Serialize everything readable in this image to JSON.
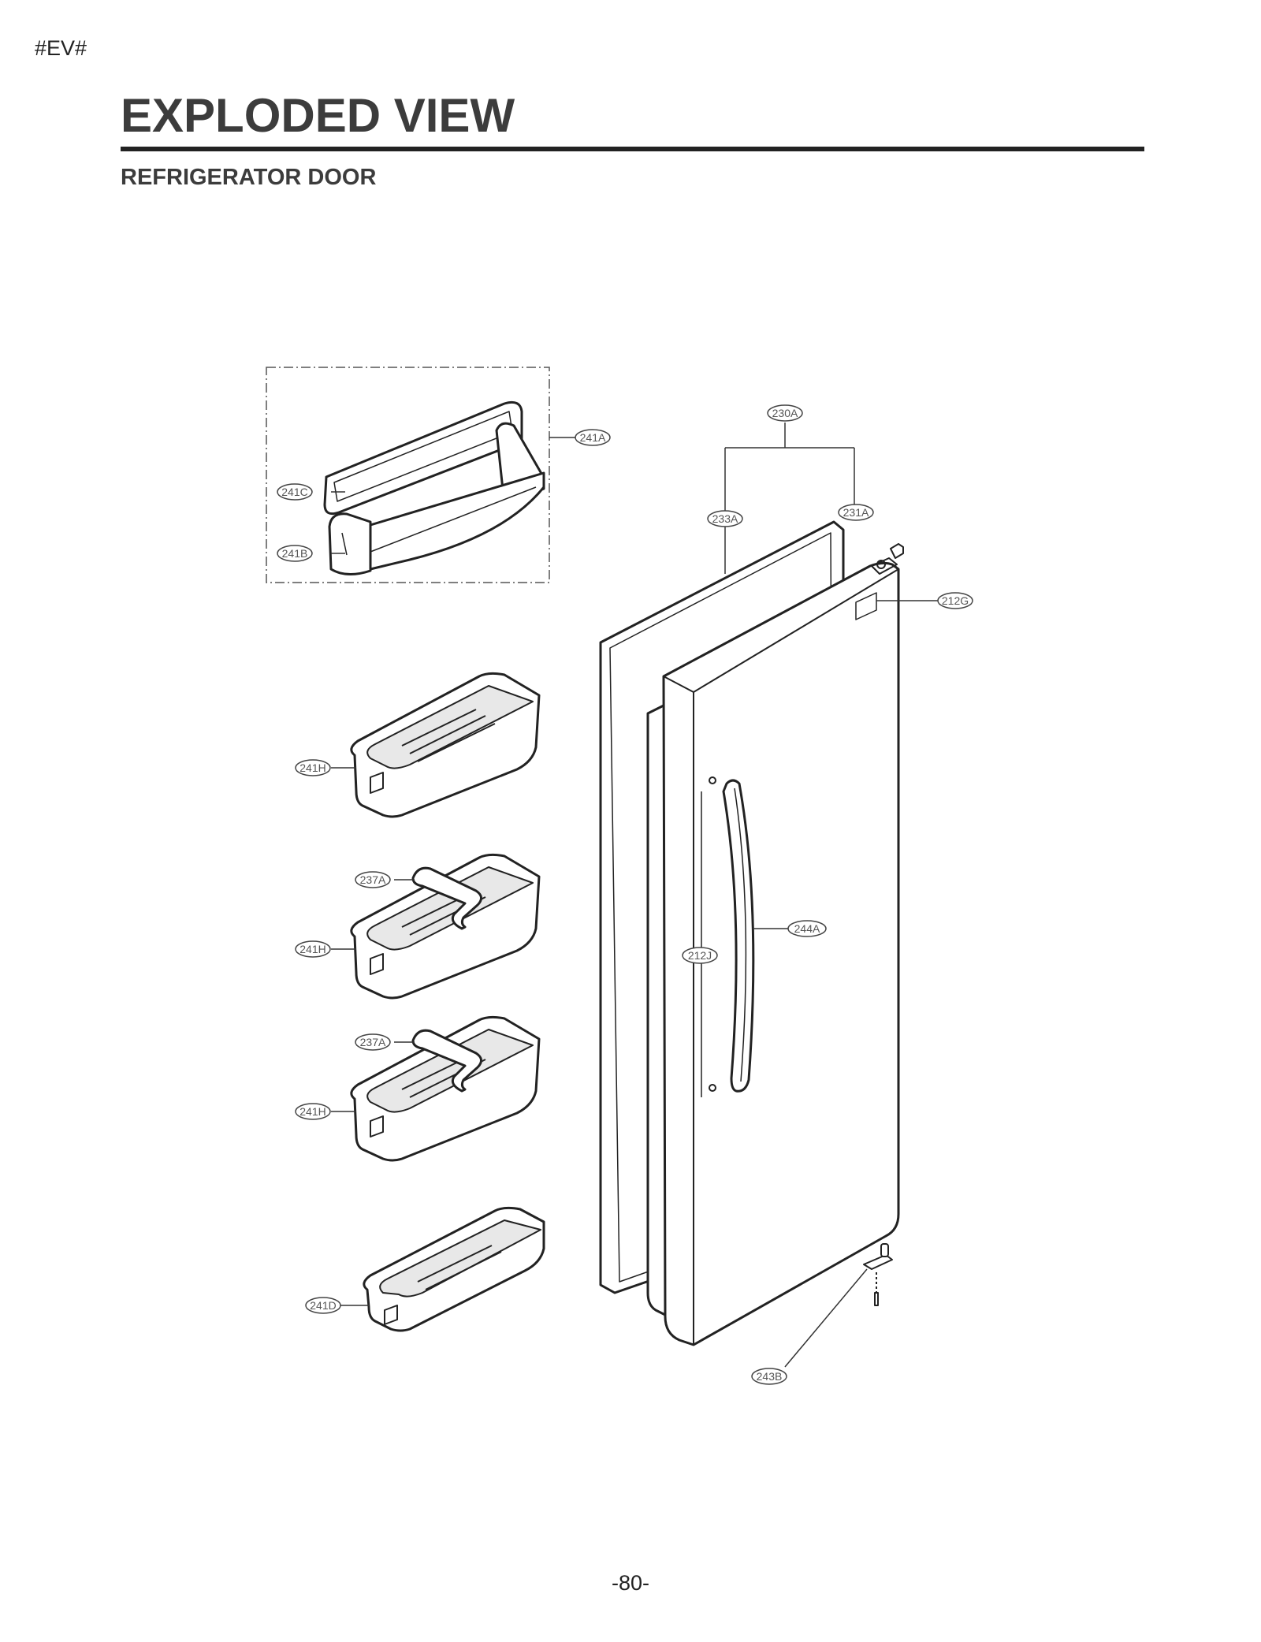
{
  "header": {
    "doc_code": "#EV#",
    "title": "EXPLODED VIEW",
    "subtitle": "REFRIGERATOR DOOR"
  },
  "footer": {
    "page_number": "-80-"
  },
  "callouts": {
    "c241A": "241A",
    "c241C": "241C",
    "c241B": "241B",
    "c230A": "230A",
    "c233A": "233A",
    "c231A": "231A",
    "c212G": "212G",
    "c241H_1": "241H",
    "c237A_1": "237A",
    "c241H_2": "241H",
    "c244A": "244A",
    "c212J": "212J",
    "c237A_2": "237A",
    "c241H_3": "241H",
    "c241D": "241D",
    "c243B": "243B"
  }
}
